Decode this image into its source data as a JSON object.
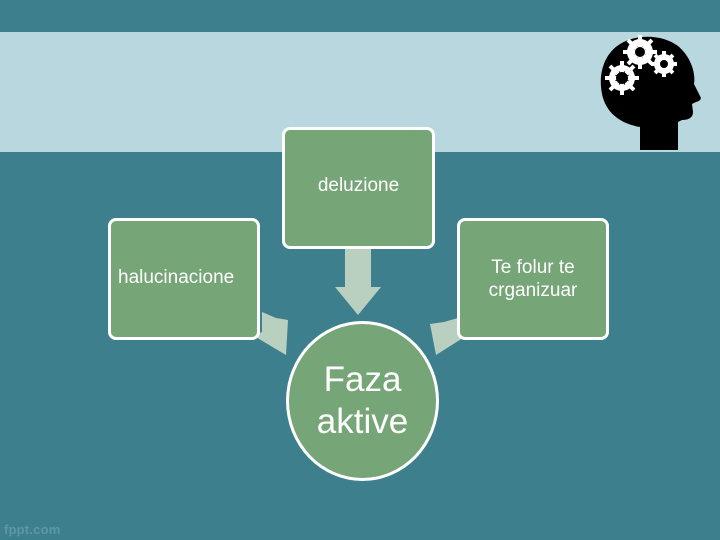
{
  "diagram": {
    "top_box": "deluzione",
    "left_box": "halucinacione",
    "right_box_line1": "Te folur te",
    "right_box_line2": "crganizuar",
    "center_circle_line1": "Faza",
    "center_circle_line2": "aktive"
  },
  "footer": {
    "logo": "fppt.com"
  },
  "colors": {
    "background": "#3e7f8e",
    "light_band": "#b9d7df",
    "box_fill": "#76a577",
    "arrow_fill": "#b9d0c0",
    "head_silhouette": "#000000",
    "gear": "#ffffff"
  },
  "icons": [
    "head-gears-icon",
    "arrow-down-icon",
    "arrow-right-icon",
    "arrow-left-icon"
  ]
}
